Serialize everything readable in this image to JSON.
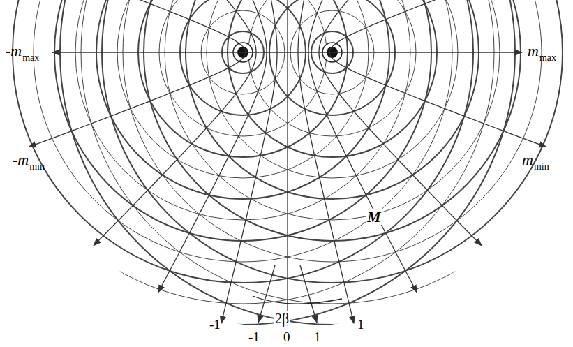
{
  "diagram": {
    "labels": [
      "-m",
      "max",
      "m",
      "max",
      "-m",
      "min",
      "m",
      "min",
      "M",
      "2β",
      "-1",
      "1",
      "-1",
      "0",
      "1"
    ]
  }
}
